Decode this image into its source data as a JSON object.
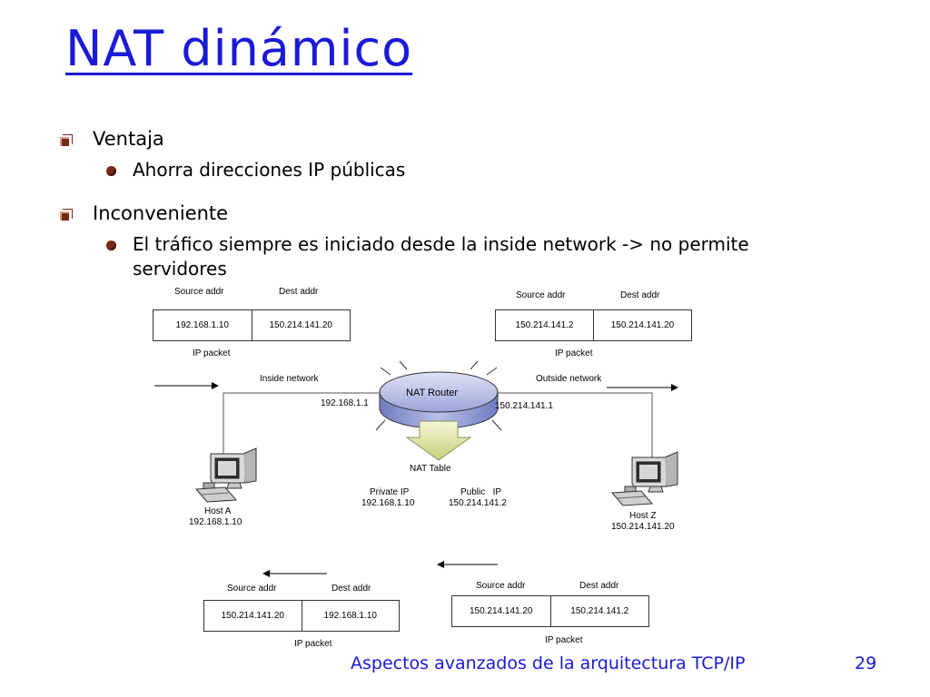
{
  "slide": {
    "title": "NAT dinámico",
    "bullets": [
      {
        "label": "Ventaja",
        "subs": [
          "Ahorra direcciones IP públicas"
        ]
      },
      {
        "label": "Inconveniente",
        "subs": [
          "El tráfico siempre es iniciado desde la inside network -> no permite",
          "servidores"
        ]
      }
    ],
    "footer": "Aspectos avanzados de la arquitectura TCP/IP",
    "page_number": "29"
  },
  "diagram": {
    "packets": {
      "top_left": {
        "src_header": "Source addr",
        "dst_header": "Dest addr",
        "src": "192.168.1.10",
        "dst": "150.214.141.20",
        "caption": "IP packet"
      },
      "top_right": {
        "src_header": "Source addr",
        "dst_header": "Dest addr",
        "src": "150.214.141.2",
        "dst": "150.214.141.20",
        "caption": "IP packet"
      },
      "bottom_left": {
        "src_header": "Source addr",
        "dst_header": "Dest addr",
        "src": "150.214.141.20",
        "dst": "192.168.1.10",
        "caption": "IP packet"
      },
      "bottom_right": {
        "src_header": "Source addr",
        "dst_header": "Dest addr",
        "src": "150.214.141.20",
        "dst": "150.214.141.2",
        "caption": "IP packet"
      }
    },
    "inside_network": "Inside network",
    "outside_network": "Outside network",
    "router": {
      "label": "NAT Router",
      "inside_ip": "192.168.1.1",
      "outside_ip": "150.214.141.1"
    },
    "nat_table": {
      "title": "NAT Table",
      "private_header": "Private IP",
      "public_header": "Public   IP",
      "private": "192.168.1.10",
      "public": "150.214.141.2"
    },
    "host_a": {
      "name": "Host A",
      "ip": "192.168.1.10"
    },
    "host_z": {
      "name": "Host Z",
      "ip": "150.214.141.20"
    }
  }
}
